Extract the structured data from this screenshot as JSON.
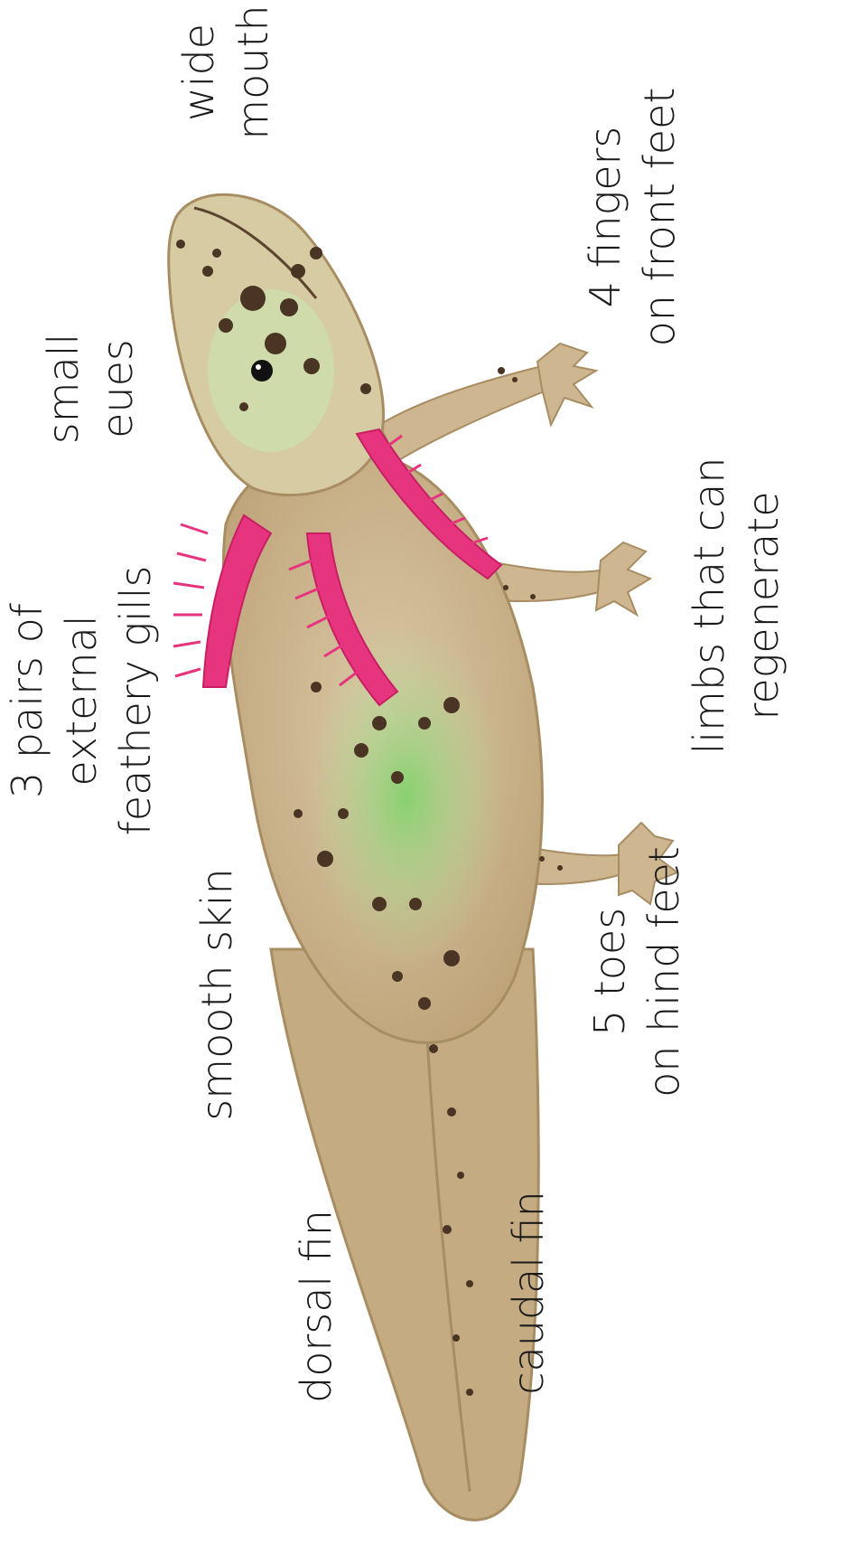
{
  "colors": {
    "body": "#cdb895",
    "body_shadow": "#b39a72",
    "belly_green": "#9fdc8a",
    "gills": "#e6357e",
    "spots": "#4a3423",
    "eye": "#111111",
    "text": "#1a1a1a"
  },
  "labels": {
    "wide_mouth": [
      "wide",
      "mouth"
    ],
    "small_eyes": [
      "small",
      "eues"
    ],
    "gills": [
      "3 pairs of",
      "external",
      "feathery gills"
    ],
    "smooth_skin": [
      "smooth skin"
    ],
    "dorsal_fin": [
      "dorsal fin"
    ],
    "front_feet": [
      "4 fingers",
      "on front feet"
    ],
    "limbs": [
      "limbs that can",
      "regenerate"
    ],
    "hind_feet": [
      "5 toes",
      "on hind feet"
    ],
    "caudal_fin": [
      "caudal fin"
    ]
  }
}
